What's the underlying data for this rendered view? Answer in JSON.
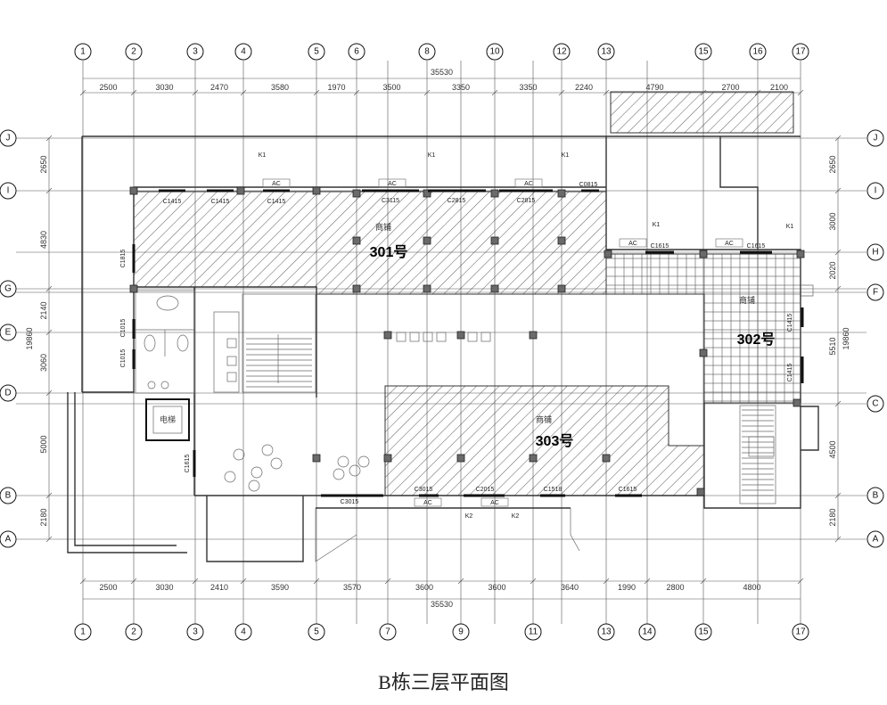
{
  "title": "B栋三层平面图",
  "axes": {
    "top": [
      "1",
      "2",
      "3",
      "4",
      "5",
      "6",
      "8",
      "10",
      "12",
      "13",
      "15",
      "16",
      "17"
    ],
    "bottom": [
      "1",
      "2",
      "3",
      "4",
      "5",
      "7",
      "9",
      "11",
      "13",
      "14",
      "15",
      "17"
    ],
    "rows": [
      "J",
      "I",
      "H",
      "G",
      "F",
      "E",
      "D",
      "C",
      "B",
      "A"
    ]
  },
  "dimensions": {
    "top_total": "35530",
    "bottom_total": "35530",
    "top": [
      "2500",
      "3030",
      "2470",
      "3580",
      "1970",
      "3500",
      "3350",
      "3350",
      "2240",
      "4790",
      "2700",
      "2100"
    ],
    "bottom": [
      "2500",
      "3030",
      "2410",
      "3590",
      "3570",
      "3600",
      "3600",
      "3640",
      "1990",
      "2800",
      "4800"
    ],
    "left_total": "19860",
    "right_total": "19860",
    "left": [
      "2650",
      "4830",
      "2140",
      "3060",
      "5000",
      "2180"
    ],
    "right": [
      "2650",
      "3000",
      "2020",
      "5510",
      "4500",
      "2180"
    ]
  },
  "rooms": [
    {
      "number": "301号",
      "use": "商铺"
    },
    {
      "number": "302号",
      "use": "商铺"
    },
    {
      "number": "303号",
      "use": "商铺"
    }
  ],
  "elevator_label": "电梯",
  "labels": {
    "windows": [
      "C1415",
      "C1415",
      "C1415",
      "C3115",
      "C2815",
      "C2815",
      "C0815",
      "C1615",
      "C1615",
      "C1815",
      "C1015",
      "C1015",
      "C1615",
      "C1415",
      "C1415",
      "C3015",
      "C3015",
      "C2015",
      "C1518",
      "C1615"
    ],
    "ac": [
      "AC",
      "AC",
      "AC",
      "AC",
      "AC",
      "AC",
      "AC"
    ],
    "k1": [
      "K1",
      "K1",
      "K1",
      "K1",
      "K1"
    ],
    "k2": [
      "K2",
      "K2"
    ]
  }
}
